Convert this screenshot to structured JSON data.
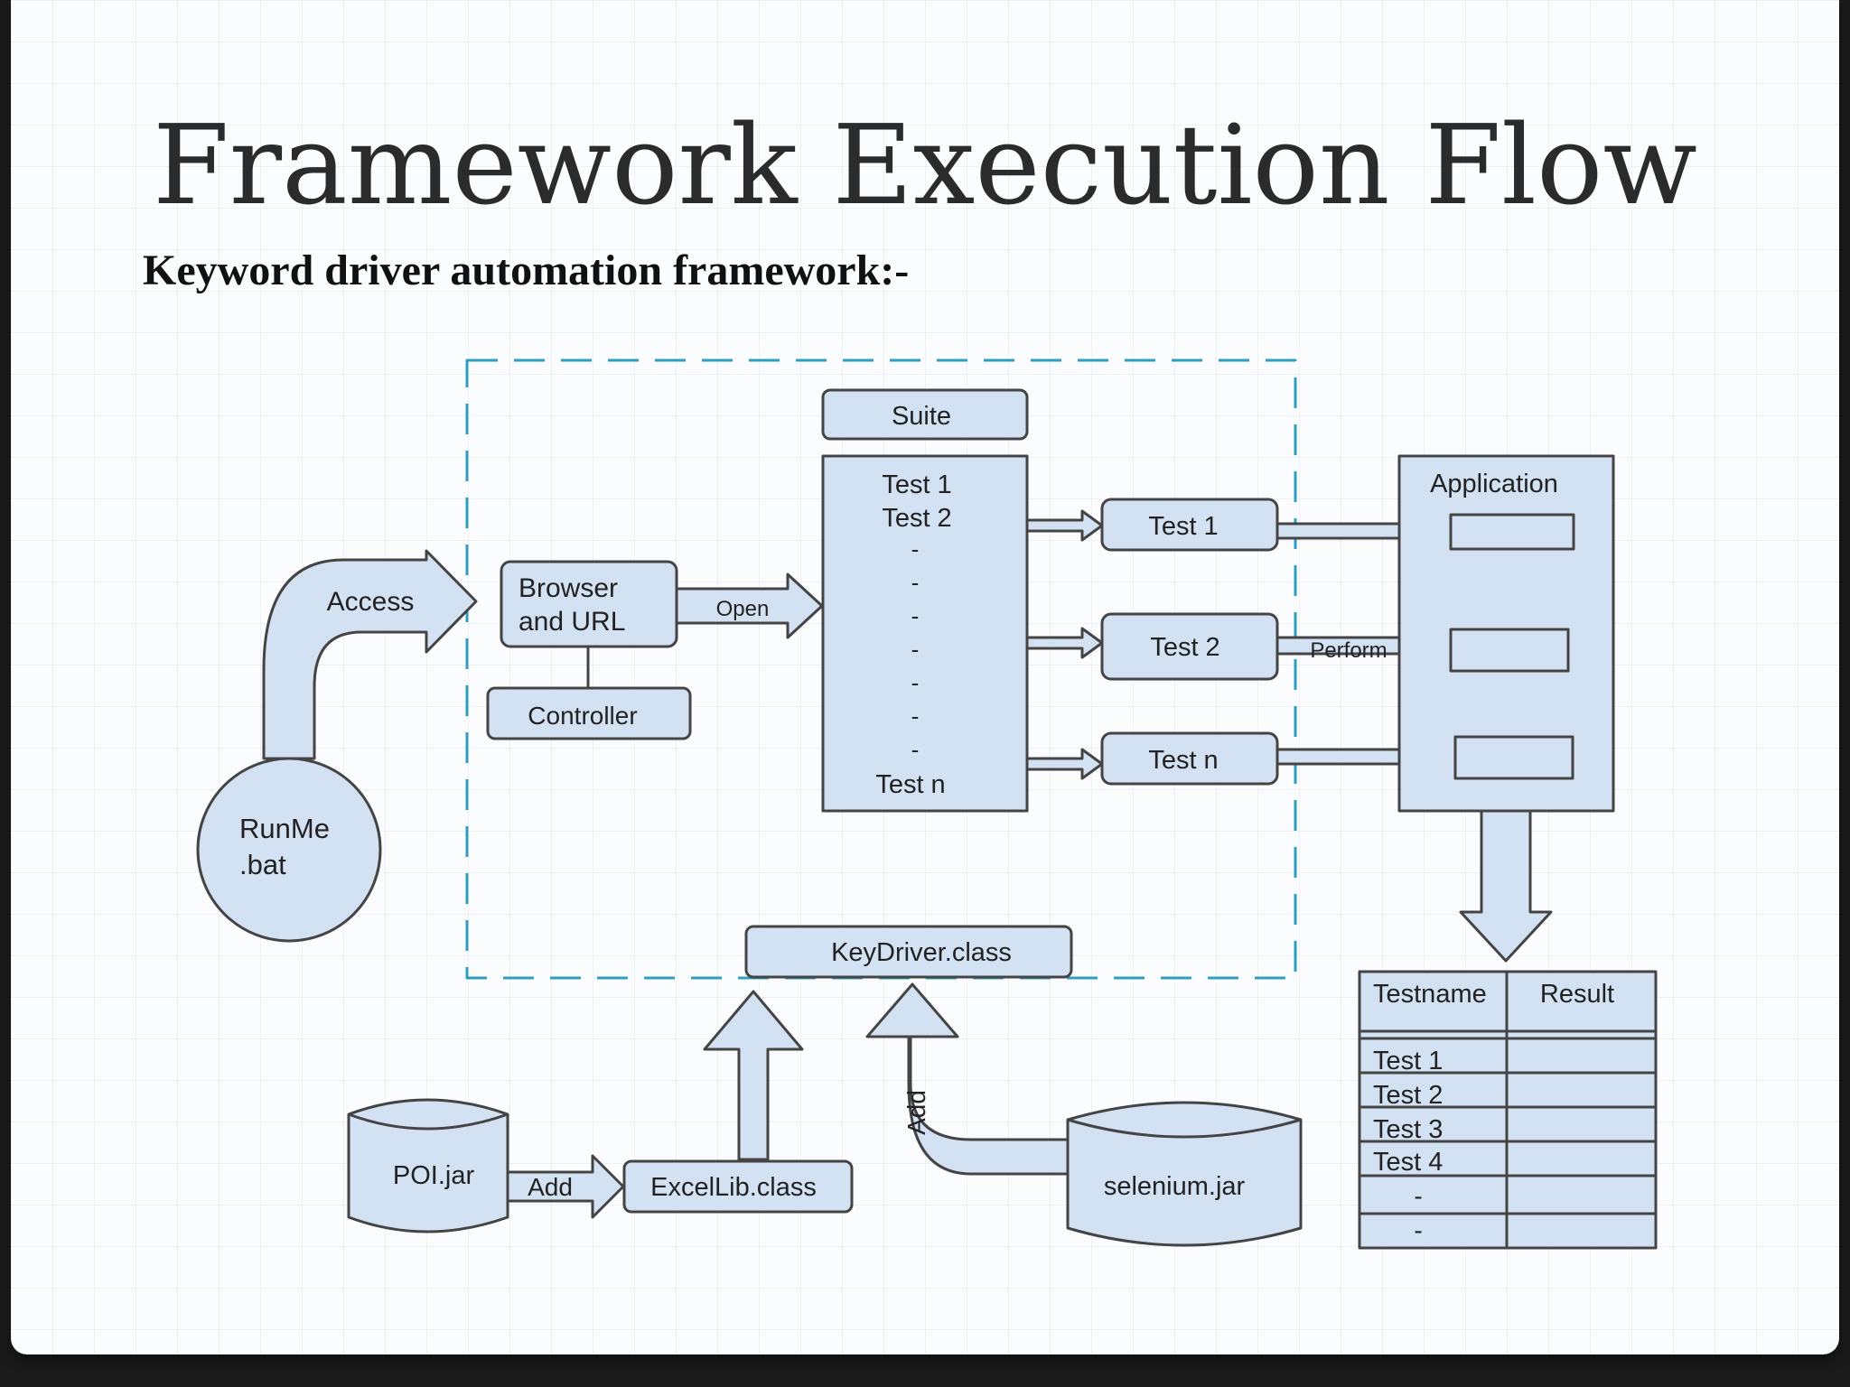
{
  "title": "Framework Execution Flow",
  "subtitle": "Keyword driver automation framework:-",
  "colors": {
    "box_fill": "#d2e2f2",
    "stroke": "#444444",
    "dash": "#2e9fbf"
  },
  "nodes": {
    "suite": "Suite",
    "suite_list": {
      "first": "Test 1",
      "second": "Test 2",
      "dash": "-",
      "last": "Test n"
    },
    "browser_url": {
      "line1": "Browser",
      "line2": "and URL"
    },
    "controller": "Controller",
    "runme": {
      "line1": "RunMe",
      "line2": ".bat"
    },
    "test1": "Test 1",
    "test2": "Test 2",
    "testn": "Test n",
    "application": "Application",
    "keydriver": "KeyDriver.class",
    "excellib": "ExcelLib.class",
    "poi": "POI.jar",
    "selenium": "selenium.jar"
  },
  "edge_labels": {
    "access": "Access",
    "open": "Open",
    "perform": "Perform",
    "add_poi": "Add",
    "add_selenium": "Add"
  },
  "result_table": {
    "headers": [
      "Testname",
      "Result"
    ],
    "rows": [
      [
        "Test 1",
        ""
      ],
      [
        "Test 2",
        ""
      ],
      [
        "Test 3",
        ""
      ],
      [
        "Test 4",
        ""
      ],
      [
        "-",
        ""
      ],
      [
        "-",
        ""
      ]
    ]
  }
}
